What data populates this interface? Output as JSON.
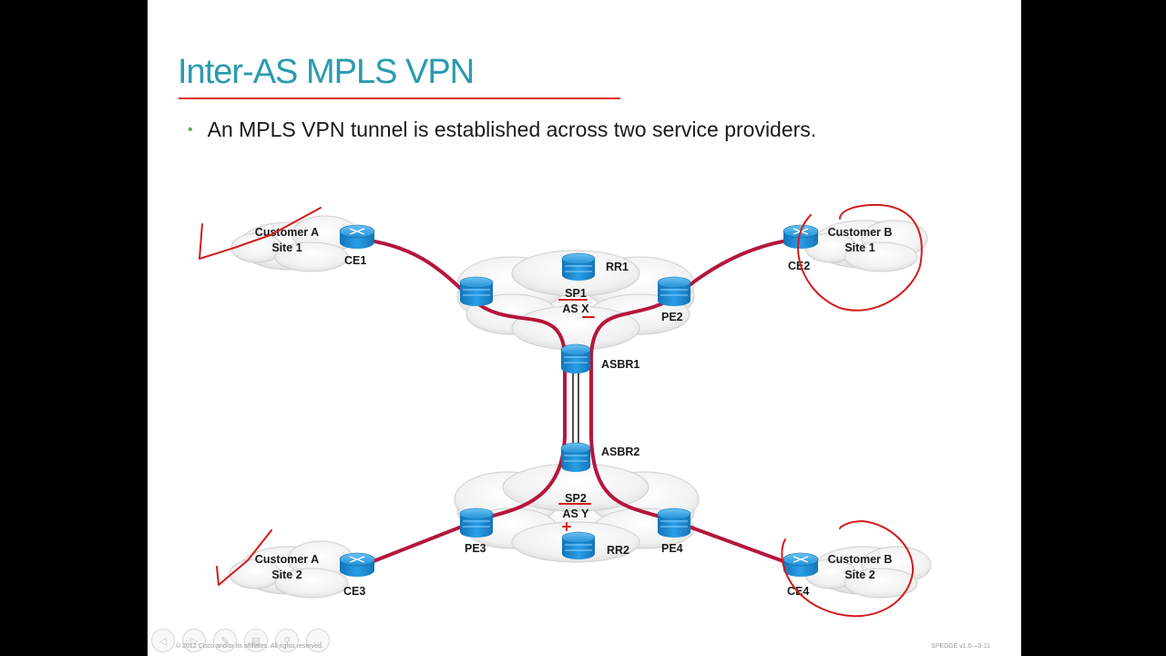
{
  "slide": {
    "title": "Inter-AS MPLS VPN",
    "bullet": "An MPLS VPN tunnel is established across two service providers.",
    "footer_left": "© 2012 Cisco and/or its affiliates. All rights reserved.",
    "footer_right": "SPEDGE v1.0—3-11"
  },
  "diagram": {
    "clouds": {
      "cust_a1": [
        "Customer A",
        "Site 1"
      ],
      "cust_b1": [
        "Customer B",
        "Site 1"
      ],
      "cust_a2": [
        "Customer A",
        "Site 2"
      ],
      "cust_b2": [
        "Customer B",
        "Site 2"
      ],
      "sp1": [
        "SP1",
        "AS X"
      ],
      "sp2": [
        "SP2",
        "AS Y"
      ]
    },
    "routers": {
      "ce1": "CE1",
      "ce2": "CE2",
      "ce3": "CE3",
      "ce4": "CE4",
      "pe1": "",
      "pe2": "PE2",
      "pe3": "PE3",
      "pe4": "PE4",
      "rr1": "RR1",
      "rr2": "RR2",
      "asbr1": "ASBR1",
      "asbr2": "ASBR2"
    },
    "colors": {
      "tunnel": "#b5163c",
      "annotation": "#d21c1c",
      "router": "#1f8fd6",
      "title": "#2a9ab0"
    }
  },
  "player": {
    "controls": [
      "prev-icon",
      "play-icon",
      "pen-icon",
      "slides-icon",
      "zoom-icon",
      "more-icon"
    ]
  }
}
